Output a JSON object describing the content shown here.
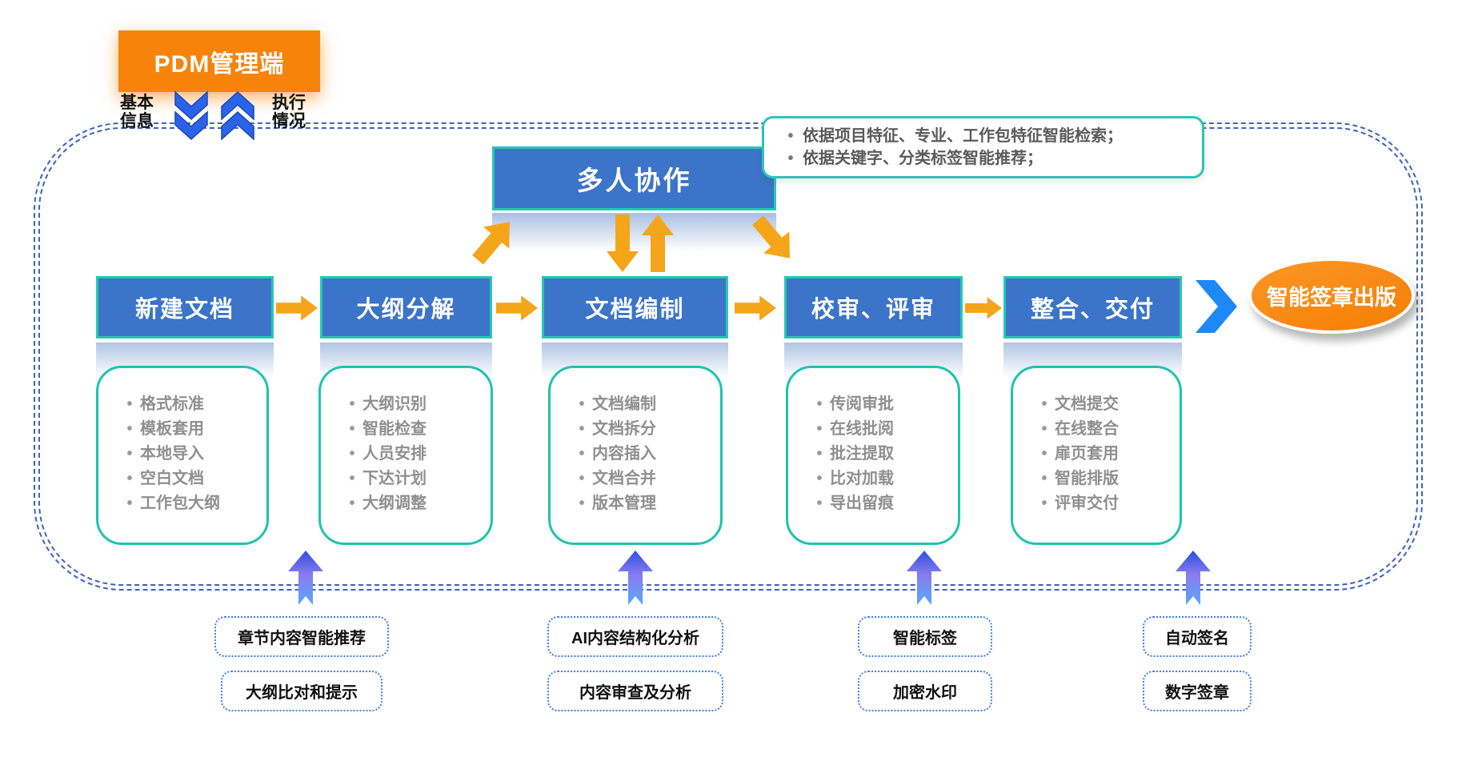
{
  "pdm": {
    "title": "PDM管理端",
    "left_label_top": "基本",
    "left_label_bottom": "信息",
    "right_label_top": "执行",
    "right_label_bottom": "情况"
  },
  "collab": {
    "title": "多人协作"
  },
  "note": {
    "bullet1": "依据项目特征、专业、工作包特征智能检索；",
    "bullet2": "依据关键字、分类标签智能推荐；"
  },
  "stages": [
    {
      "title": "新建文档",
      "items": [
        "格式标准",
        "模板套用",
        "本地导入",
        "空白文档",
        "工作包大纲"
      ]
    },
    {
      "title": "大纲分解",
      "items": [
        "大纲识别",
        "智能检查",
        "人员安排",
        "下达计划",
        "大纲调整"
      ]
    },
    {
      "title": "文档编制",
      "items": [
        "文档编制",
        "文档拆分",
        "内容插入",
        "文档合并",
        "版本管理"
      ]
    },
    {
      "title": "校审、评审",
      "items": [
        "传阅审批",
        "在线批阅",
        "批注提取",
        "比对加载",
        "导出留痕"
      ]
    },
    {
      "title": "整合、交付",
      "items": [
        "文档提交",
        "在线整合",
        "扉页套用",
        "智能排版",
        "评审交付"
      ]
    }
  ],
  "result": {
    "title": "智能签章出版"
  },
  "features": {
    "col1": [
      "章节内容智能推荐",
      "大纲比对和提示"
    ],
    "col2": [
      "AI内容结构化分析",
      "内容审查及分析"
    ],
    "col3": [
      "智能标签",
      "加密水印"
    ],
    "col4": [
      "自动签名",
      "数字签章"
    ]
  },
  "colors": {
    "pdm_orange": "#F8830B",
    "flow_arrow_orange": "#F5A519",
    "stage_blue": "#3B74C8",
    "teal_border": "#20C3AE",
    "dashed_blue": "#3E61C4",
    "chevron_blue": "#1E88F7",
    "dotted_blue": "#3E7DF0"
  }
}
